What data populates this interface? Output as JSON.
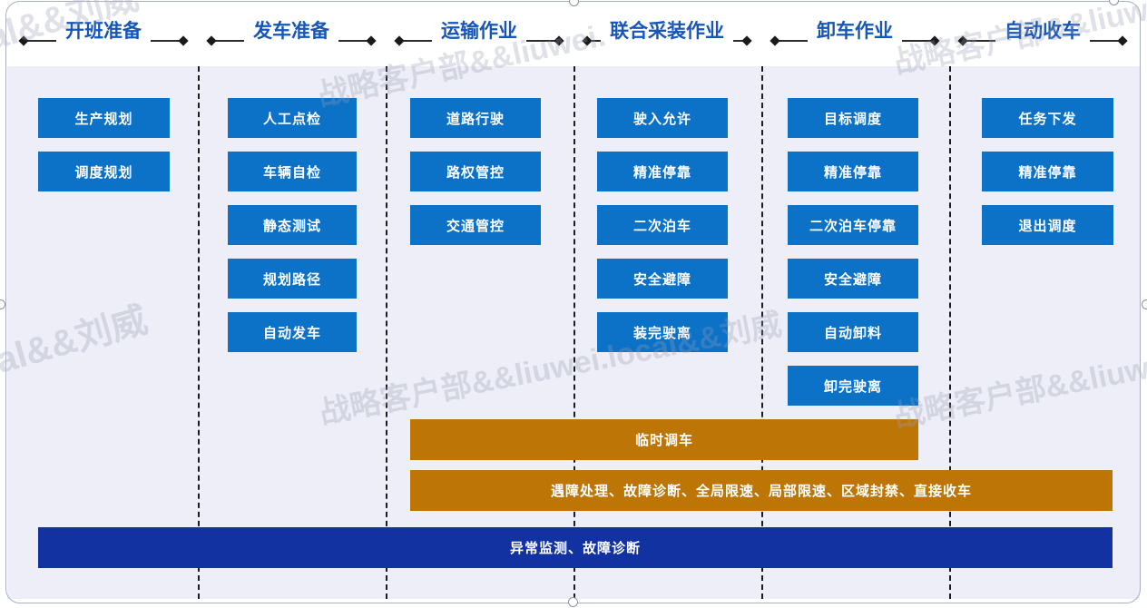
{
  "stages": [
    {
      "label": "开班准备",
      "buttons": [
        "生产规划",
        "调度规划"
      ]
    },
    {
      "label": "发车准备",
      "buttons": [
        "人工点检",
        "车辆自检",
        "静态测试",
        "规划路径",
        "自动发车"
      ]
    },
    {
      "label": "运输作业",
      "buttons": [
        "道路行驶",
        "路权管控",
        "交通管控"
      ]
    },
    {
      "label": "联合采装作业",
      "buttons": [
        "驶入允许",
        "精准停靠",
        "二次泊车",
        "安全避障",
        "装完驶离"
      ]
    },
    {
      "label": "卸车作业",
      "buttons": [
        "目标调度",
        "精准停靠",
        "二次泊车停靠",
        "安全避障",
        "自动卸料",
        "卸完驶离"
      ]
    },
    {
      "label": "自动收车",
      "buttons": [
        "任务下发",
        "精准停靠",
        "退出调度"
      ]
    }
  ],
  "bars": {
    "temporary_dispatch": "临时调车",
    "exception_handling": "遇障处理、故障诊断、全局限速、局部限速、区域封禁、直接收车",
    "abnormal_monitoring": "异常监测、故障诊断"
  },
  "watermarks": [
    "local&&刘威",
    "战略客户部&&liuwei.",
    "战略客户部&&liuwei",
    "local&&刘威",
    "战略客户部&&liuwei.local&&刘威",
    "战略客户部&&liuwei"
  ],
  "colors": {
    "process_block_blue": "#0b72c8",
    "span_bar_orange": "#bd7606",
    "bottom_bar_navy": "#1132a0",
    "stage_header_blue": "#1656b8",
    "panel_background": "#edeef7"
  }
}
